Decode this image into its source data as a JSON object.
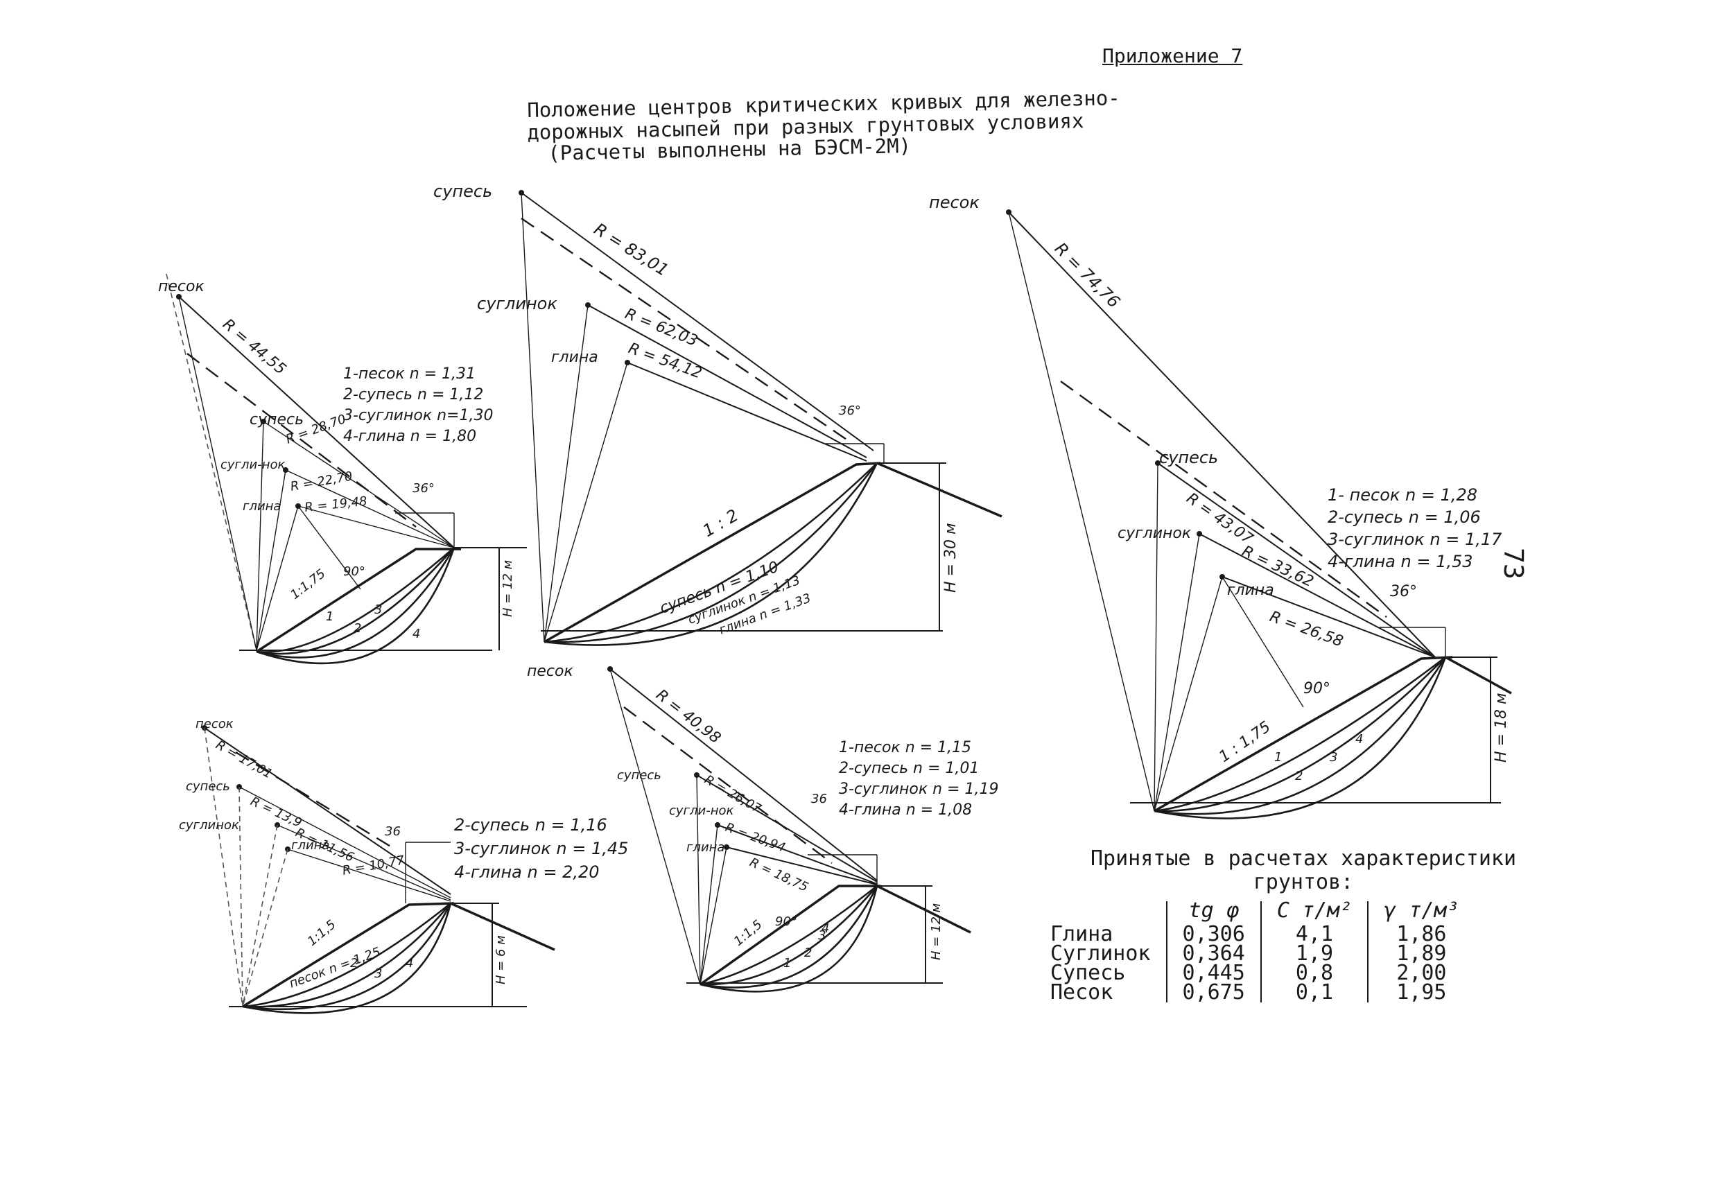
{
  "header": {
    "appendix": "Приложение 7",
    "title_lines": [
      "Положение центров критических кривых для железно-",
      "дорожных насыпей при разных грунтовых условиях",
      "(Расчеты выполнены на БЭСМ-2М)"
    ],
    "page_number": "73"
  },
  "diagrams": {
    "top_left": {
      "centers": [
        "песок",
        "супесь",
        "сугли-нок",
        "глина"
      ],
      "radii": [
        "R = 44,55",
        "R = 28,70",
        "R = 22,70",
        "R = 19,48"
      ],
      "legend": [
        "1-песок  n = 1,31",
        "2-супесь  n = 1,12",
        "3-суглинок n=1,30",
        "4-глина  n = 1,80"
      ],
      "slope": "1:1,75",
      "angle_top": "36°",
      "angle_right": "90°",
      "height": "H = 12 м",
      "curve_numbers": [
        "1",
        "2",
        "3",
        "4"
      ]
    },
    "top_middle": {
      "centers": [
        "супесь",
        "суглинок",
        "глина"
      ],
      "radii": [
        "R = 83,01",
        "R = 62,03",
        "R = 54,12"
      ],
      "slope": "1 : 2",
      "curve_labels": [
        "супесь n = 1,10",
        "суглинок n = 1,13",
        "глина n = 1,33"
      ],
      "angle_top": "36°",
      "height": "H = 30 м"
    },
    "right": {
      "centers": [
        "песок",
        "супесь",
        "суглинок",
        "глина"
      ],
      "radii": [
        "R = 74,76",
        "R = 43,07",
        "R = 33,62",
        "R = 26,58"
      ],
      "legend": [
        "1- песок   n = 1,28",
        "2-супесь   n = 1,06",
        "3-суглинок n = 1,17",
        "4-глина    n = 1,53"
      ],
      "slope": "1 : 1,75",
      "angle_top": "36°",
      "angle_right": "90°",
      "height": "H = 18 м",
      "curve_numbers": [
        "1",
        "2",
        "3",
        "4"
      ]
    },
    "bottom_left": {
      "centers": [
        "песок",
        "супесь",
        "суглинок",
        "глина"
      ],
      "radii": [
        "R = 17,01",
        "R = 13,9",
        "R = 11,56",
        "R = 10,77"
      ],
      "legend": [
        "2-супесь    n = 1,16",
        "3-суглинок n = 1,45",
        "4-глина     n = 2,20"
      ],
      "slope": "1:1,5",
      "curve_label": "песок n = 1,25",
      "angle_top": "36",
      "height": "H = 6 м",
      "curve_numbers": [
        "2",
        "3",
        "4"
      ]
    },
    "bottom_middle": {
      "centers": [
        "песок",
        "супесь",
        "сугли-нок",
        "глина"
      ],
      "radii": [
        "R = 40,98",
        "R = 26,07",
        "R = 20,94",
        "R = 18,75"
      ],
      "legend": [
        "1-песок    n = 1,15",
        "2-супесь   n = 1,01",
        "3-суглинок n = 1,19",
        "4-глина    n = 1,08"
      ],
      "slope": "1:1,5",
      "angle_top": "36",
      "angle_right": "90°",
      "height": "H = 12 м",
      "curve_numbers": [
        "1",
        "2",
        "3",
        "4"
      ]
    }
  },
  "soil_table": {
    "title_lines": [
      "Принятые в расчетах характеристики",
      "грунтов:"
    ],
    "headers": [
      "",
      "tg φ",
      "C т/м²",
      "γ т/м³"
    ],
    "rows": [
      [
        "Глина",
        "0,306",
        "4,1",
        "1,86"
      ],
      [
        "Суглинок",
        "0,364",
        "1,9",
        "1,89"
      ],
      [
        "Супесь",
        "0,445",
        "0,8",
        "2,00"
      ],
      [
        "Песок",
        "0,675",
        "0,1",
        "1,95"
      ]
    ]
  }
}
